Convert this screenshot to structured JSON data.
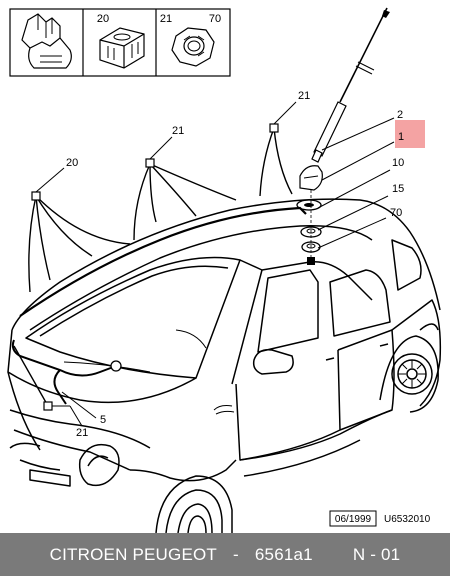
{
  "inset_panels": [
    {
      "number": "20"
    },
    {
      "number": "21"
    },
    {
      "number": "70"
    }
  ],
  "callouts": {
    "c21_top": "21",
    "c21_mid": "21",
    "c20": "20",
    "c2": "2",
    "c1": "1",
    "c10": "10",
    "c15": "15",
    "c70": "70",
    "c5": "5",
    "c21_bottom": "21"
  },
  "highlight_color": "#f4a3a3",
  "date_stamp": "06/1999",
  "drawing_ref": "U6532010",
  "footer": {
    "brand": "CITROEN PEUGEOT",
    "separator": "-",
    "part_number": "6561a1",
    "page_label": "N - 01"
  }
}
